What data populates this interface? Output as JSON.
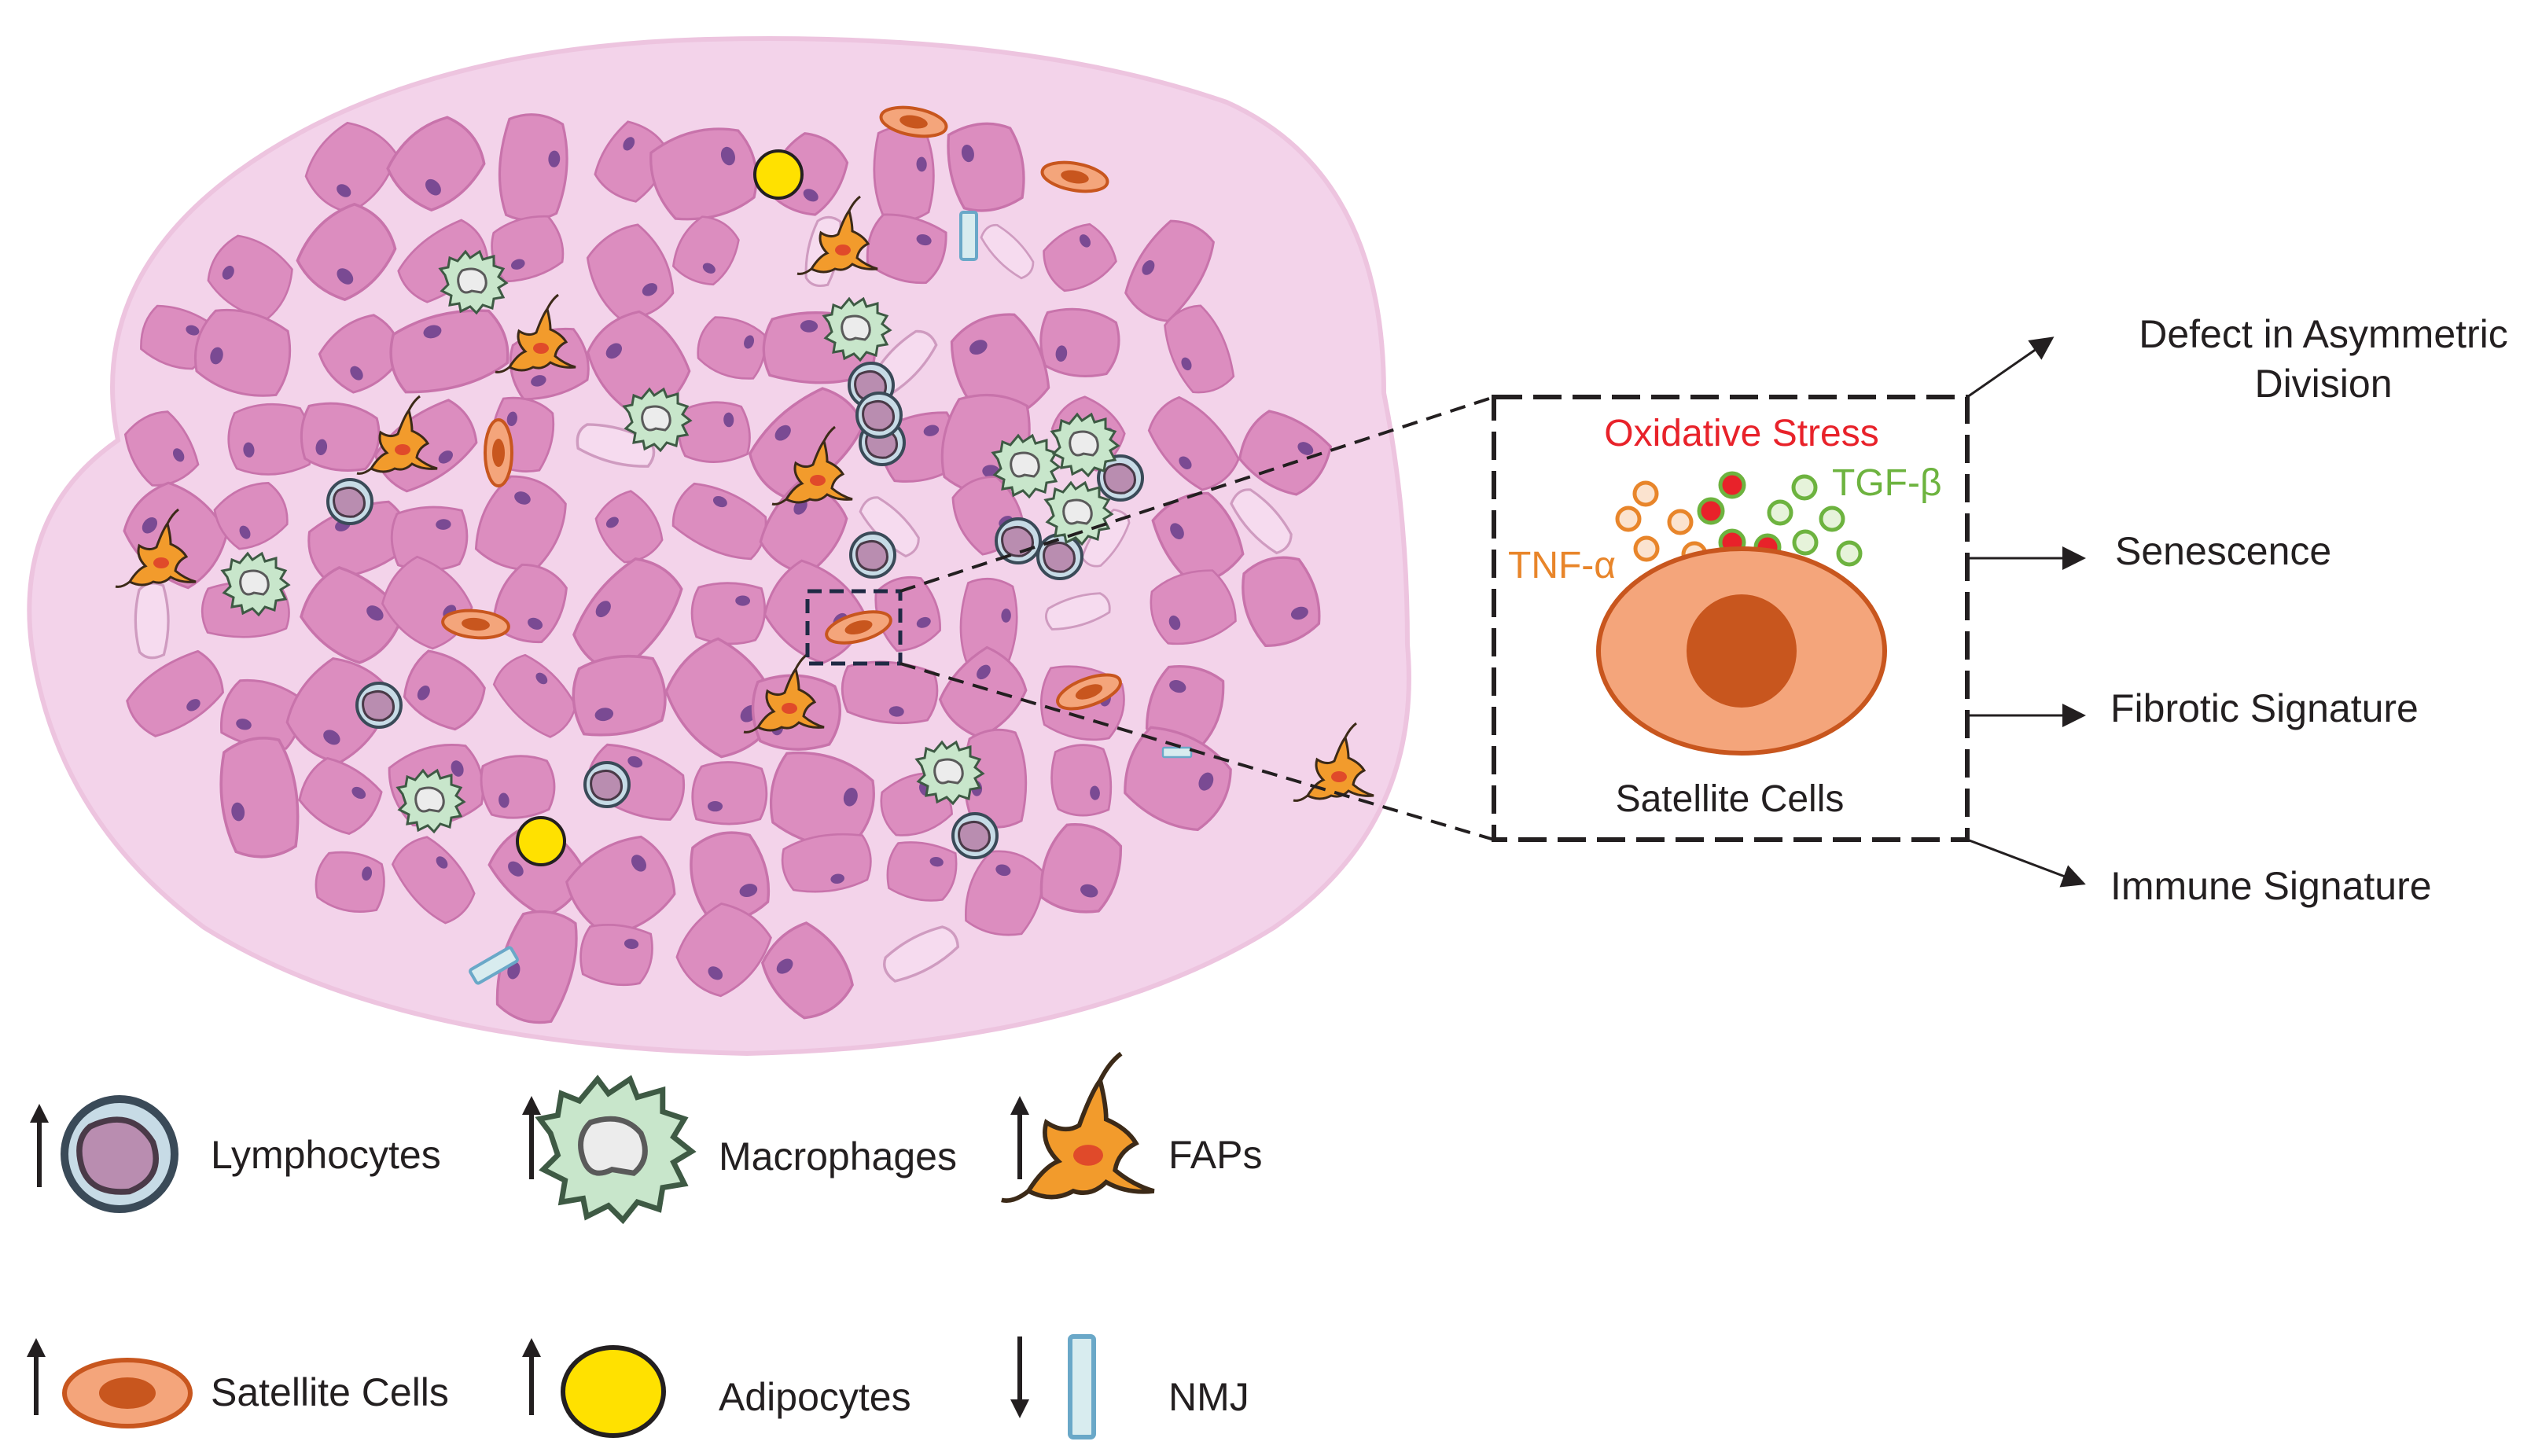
{
  "inset": {
    "title": "Oxidative Stress",
    "cytokine_left": "TNF-α",
    "cytokine_right": "TGF-β",
    "cell_label": "Satellite Cells"
  },
  "outcomes": {
    "asymmetric_line1": "Defect in Asymmetric",
    "asymmetric_line2": "Division",
    "senescence": "Senescence",
    "fibrotic": "Fibrotic Signature",
    "immune": "Immune Signature"
  },
  "legend": [
    {
      "label": "Lymphocytes",
      "trend": "up",
      "icon": "lymphocyte-icon"
    },
    {
      "label": "Macrophages",
      "trend": "up",
      "icon": "macrophage-icon"
    },
    {
      "label": "FAPs",
      "trend": "up",
      "icon": "fap-icon"
    },
    {
      "label": "Satellite Cells",
      "trend": "up",
      "icon": "satellite-cell-icon"
    },
    {
      "label": "Adipocytes",
      "trend": "up",
      "icon": "adipocyte-icon"
    },
    {
      "label": "NMJ",
      "trend": "down",
      "icon": "nmj-icon"
    }
  ],
  "colors": {
    "tissue_bg": "#f3d3ea",
    "fiber": "#dc8dbf",
    "nucleus": "#7a4a93",
    "lymphocyte": "#b98db0",
    "macrophage": "#c8e6cb",
    "fap": "#f29b2c",
    "satellite_outer": "#f4a57b",
    "satellite_inner": "#c8561e",
    "adipocyte": "#ffe100",
    "nmj": "#d8ecef",
    "oxidative_red": "#e8222a",
    "tnf_orange": "#e8852a",
    "tgf_green": "#6db33f"
  }
}
